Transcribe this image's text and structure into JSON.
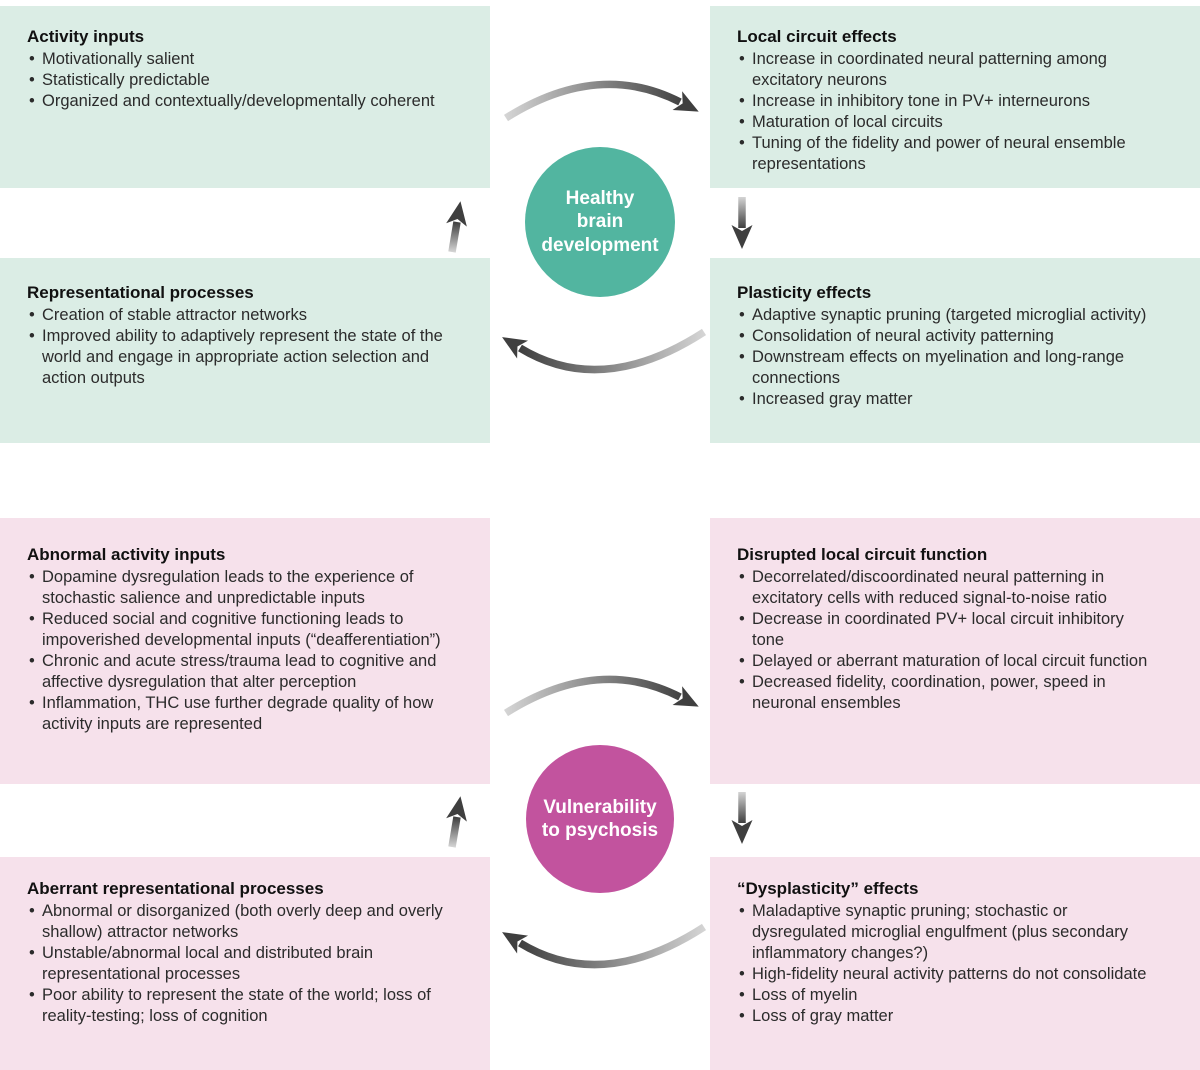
{
  "colors": {
    "healthy_box_bg": "#dbede5",
    "healthy_circle": "#52b5a0",
    "psychosis_box_bg": "#f6e1eb",
    "psychosis_circle": "#c2539e",
    "arrow_dark": "#3f3f3f",
    "arrow_light": "#d4d4d4",
    "title_text": "#111111",
    "body_text": "#2b2b2b",
    "page_bg": "#ffffff"
  },
  "cycles": [
    {
      "id": "healthy",
      "circle_label": "Healthy\nbrain\ndevelopment",
      "boxes": {
        "activity_inputs": {
          "title": "Activity inputs",
          "bullets": [
            "Motivationally salient",
            "Statistically predictable",
            "Organized and  contextually/developmentally coherent"
          ]
        },
        "local_circuit_effects": {
          "title": "Local circuit effects",
          "bullets": [
            "Increase in coordinated neural patterning among excitatory neurons",
            "Increase in inhibitory tone in PV+ interneurons",
            "Maturation of local circuits",
            "Tuning of the fidelity and power of neural ensemble representations"
          ]
        },
        "representational_processes": {
          "title": "Representational processes",
          "bullets": [
            "Creation of stable attractor networks",
            "Improved ability to adaptively represent the state of the world and engage in appropriate action selection and action outputs"
          ]
        },
        "plasticity_effects": {
          "title": "Plasticity effects",
          "bullets": [
            "Adaptive synaptic pruning (targeted microglial activity)",
            "Consolidation of neural activity patterning",
            "Downstream effects on myelination and long-range connections",
            "Increased gray matter"
          ]
        }
      }
    },
    {
      "id": "psychosis",
      "circle_label": "Vulnerability\nto psychosis",
      "boxes": {
        "abnormal_activity_inputs": {
          "title": "Abnormal activity inputs",
          "bullets": [
            "Dopamine dysregulation leads to the experience of stochastic salience and unpredictable inputs",
            "Reduced social and cognitive functioning leads to impoverished developmental inputs (“deafferentiation”)",
            "Chronic and acute stress/trauma lead to cognitive and affective dysregulation that alter perception",
            "Inflammation, THC use further degrade quality of how activity inputs are represented"
          ]
        },
        "disrupted_local_circuit_function": {
          "title": "Disrupted local circuit function",
          "bullets": [
            "Decorrelated/discoordinated neural patterning in excitatory cells with reduced signal-to-noise ratio",
            "Decrease in coordinated PV+ local circuit inhibitory tone",
            "Delayed or aberrant maturation of local circuit function",
            "Decreased fidelity, coordination, power, speed in neuronal ensembles"
          ]
        },
        "aberrant_representational_processes": {
          "title": "Aberrant representational processes",
          "bullets": [
            "Abnormal or disorganized (both overly deep and overly shallow) attractor networks",
            "Unstable/abnormal local and distributed brain representational processes",
            "Poor ability to represent the state of the world; loss of reality-testing; loss of cognition"
          ]
        },
        "dysplasticity_effects": {
          "title": "“Dysplasticity” effects",
          "bullets": [
            "Maladaptive synaptic pruning; stochastic or dysregulated microglial engulfment (plus secondary inflammatory changes?)",
            "High-fidelity neural activity patterns do not consolidate",
            "Loss of myelin",
            "Loss of gray matter"
          ]
        }
      }
    }
  ]
}
